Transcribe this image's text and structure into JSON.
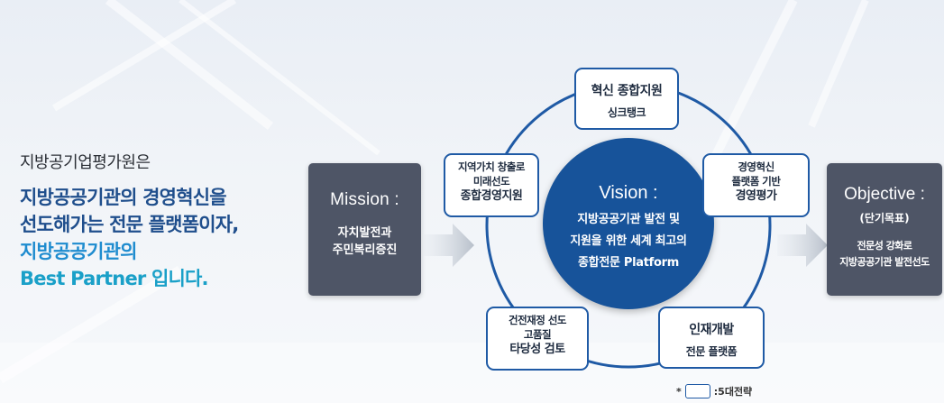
{
  "intro": {
    "lead": "지방공기업평가원은",
    "lines": [
      "지방공공기관의 경영혁신을",
      "선도해가는 전문 플랫폼이자,",
      "지방공공기관의",
      "Best Partner 입니다."
    ]
  },
  "mission": {
    "title": "Mission :",
    "lines": [
      "자치발전과",
      "주민복리증진"
    ]
  },
  "vision": {
    "title": "Vision :",
    "lines": [
      "지방공공기관 발전 및",
      "지원을 위한 세계 최고의",
      "종합전문 Platform"
    ]
  },
  "objective": {
    "title": "Objective :",
    "paren": "(단기목표)",
    "lines": [
      "전문성 강화로",
      "지방공공기관 발전선도"
    ]
  },
  "strategies": [
    {
      "lines": [
        "혁신 종합지원",
        "싱크탱크"
      ]
    },
    {
      "lines": [
        "지역가치 창출로",
        "미래선도",
        "종합경영지원"
      ]
    },
    {
      "lines": [
        "경영혁신",
        "플랫폼 기반",
        "경영평가"
      ]
    },
    {
      "lines": [
        "건전재정 선도",
        "고품질",
        "타당성 검토"
      ]
    },
    {
      "lines": [
        "인재개발",
        "전문 플랫폼"
      ]
    }
  ],
  "legend": {
    "mark": "*",
    "text": ":5대전략"
  },
  "colors": {
    "navy": "#1f4e8c",
    "blue": "#1f8ccf",
    "center": "#17539a",
    "dark_box": "#4e5566",
    "border": "#1f5aa5"
  }
}
